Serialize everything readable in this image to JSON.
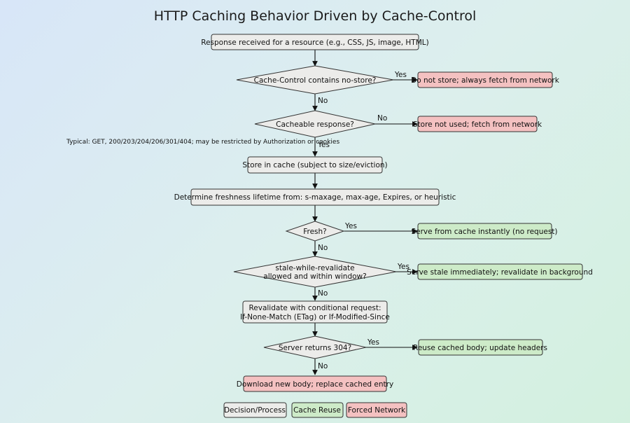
{
  "title": "HTTP Caching Behavior Driven by Cache-Control",
  "colors": {
    "process_fill": "#ececea",
    "reuse_fill": "#cdebc8",
    "forced_fill": "#f4c1c1",
    "stroke": "#333333"
  },
  "nodes": {
    "response_received": "Response received for a resource (e.g., CSS, JS, image, HTML)",
    "no_store_q": "Cache-Control contains no-store?",
    "do_not_store": "Do not store; always fetch from network",
    "cacheable_q": "Cacheable response?",
    "store_not_used": "Store not used; fetch from network",
    "store_in_cache": "Store in cache (subject to size/eviction)",
    "freshness": "Determine freshness lifetime from: s-maxage, max-age, Expires, or heuristic",
    "fresh_q": "Fresh?",
    "serve_cache": "Serve from cache instantly (no request)",
    "swr_q_line1": "stale-while-revalidate",
    "swr_q_line2": "allowed and within window?",
    "serve_stale": "Serve stale immediately; revalidate in background",
    "revalidate_line1": "Revalidate with conditional request:",
    "revalidate_line2": "If-None-Match (ETag) or If-Modified-Since",
    "server_304_q": "Server returns 304?",
    "reuse_body": "Reuse cached body; update headers",
    "download_new": "Download new body; replace cached entry"
  },
  "note": "Typical: GET, 200/203/204/206/301/404; may be restricted by Authorization or cookies",
  "edge_labels": {
    "yes": "Yes",
    "no": "No"
  },
  "legend": {
    "process": "Decision/Process",
    "reuse": "Cache Reuse",
    "forced": "Forced Network"
  }
}
